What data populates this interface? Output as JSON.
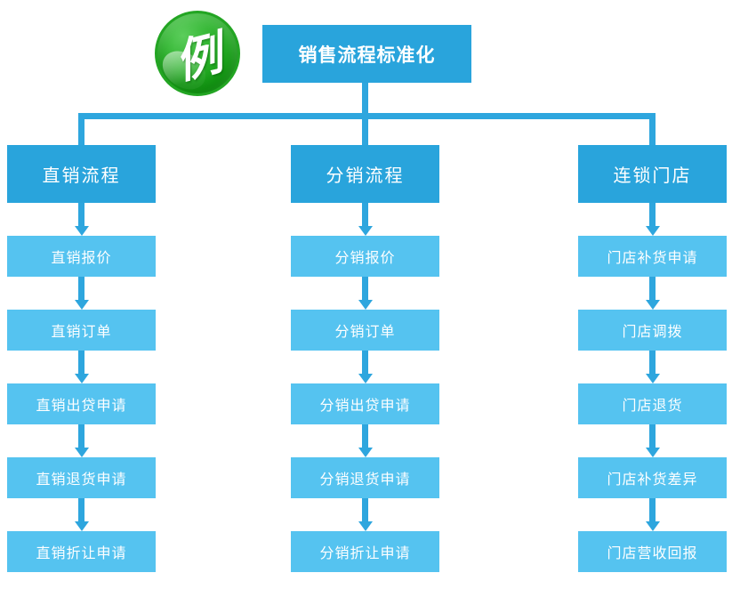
{
  "badge": {
    "label": "例"
  },
  "root": {
    "label": "销售流程标准化"
  },
  "columns": [
    {
      "header": "直销流程",
      "items": [
        "直销报价",
        "直销订单",
        "直销出贷申请",
        "直销退货申请",
        "直销折让申请"
      ]
    },
    {
      "header": "分销流程",
      "items": [
        "分销报价",
        "分销订单",
        "分销出贷申请",
        "分销退货申请",
        "分销折让申请"
      ]
    },
    {
      "header": "连锁门店",
      "items": [
        "门店补货申请",
        "门店调拨",
        "门店退货",
        "门店补货差异",
        "门店营收回报"
      ]
    }
  ],
  "colors": {
    "primary": "#29A4DC",
    "light": "#55C3F0",
    "line": "#2EA6DE",
    "badge-green": "#1FA725",
    "text": "#FFFFFF"
  }
}
